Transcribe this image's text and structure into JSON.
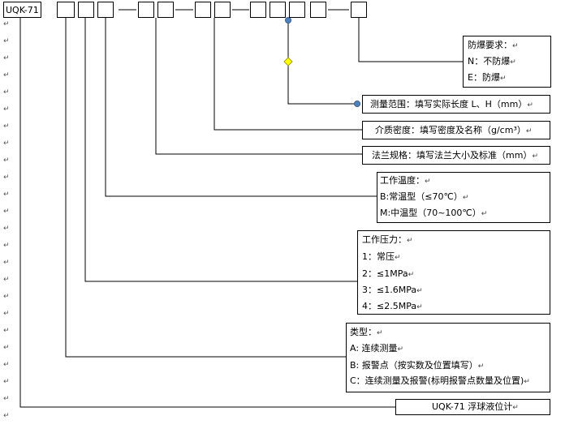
{
  "model_code": "UQK-71",
  "marks": {
    "return": "↵"
  },
  "explosion": {
    "title": "防爆要求：",
    "options": [
      "N：不防爆",
      "E：防爆"
    ]
  },
  "range": {
    "text": "测量范围：填写实际长度 L、H（mm）"
  },
  "density": {
    "text": "介质密度：填写密度及名称（g/cm³）"
  },
  "flange": {
    "text": "法兰规格：填写法兰大小及标准（mm）"
  },
  "temperature": {
    "title": "工作温度：",
    "options": [
      "B:常温型（≤70℃）",
      "M:中温型（70~100℃）"
    ]
  },
  "pressure": {
    "title": "工作压力：",
    "options": [
      "1：常压",
      "2：≤1MPa",
      "3：≤1.6MPa",
      "4：≤2.5MPa"
    ]
  },
  "type": {
    "title": "类型：",
    "options": [
      "A: 连续测量",
      "B: 报警点（按实数及位置填写）",
      "C：连续测量及报警(标明报警点数量及位置)"
    ]
  },
  "product": {
    "text": "UQK-71 浮球液位计"
  },
  "colors": {
    "line": "#000000",
    "dot": "#4f81bd",
    "diamond": "#ffff00"
  }
}
